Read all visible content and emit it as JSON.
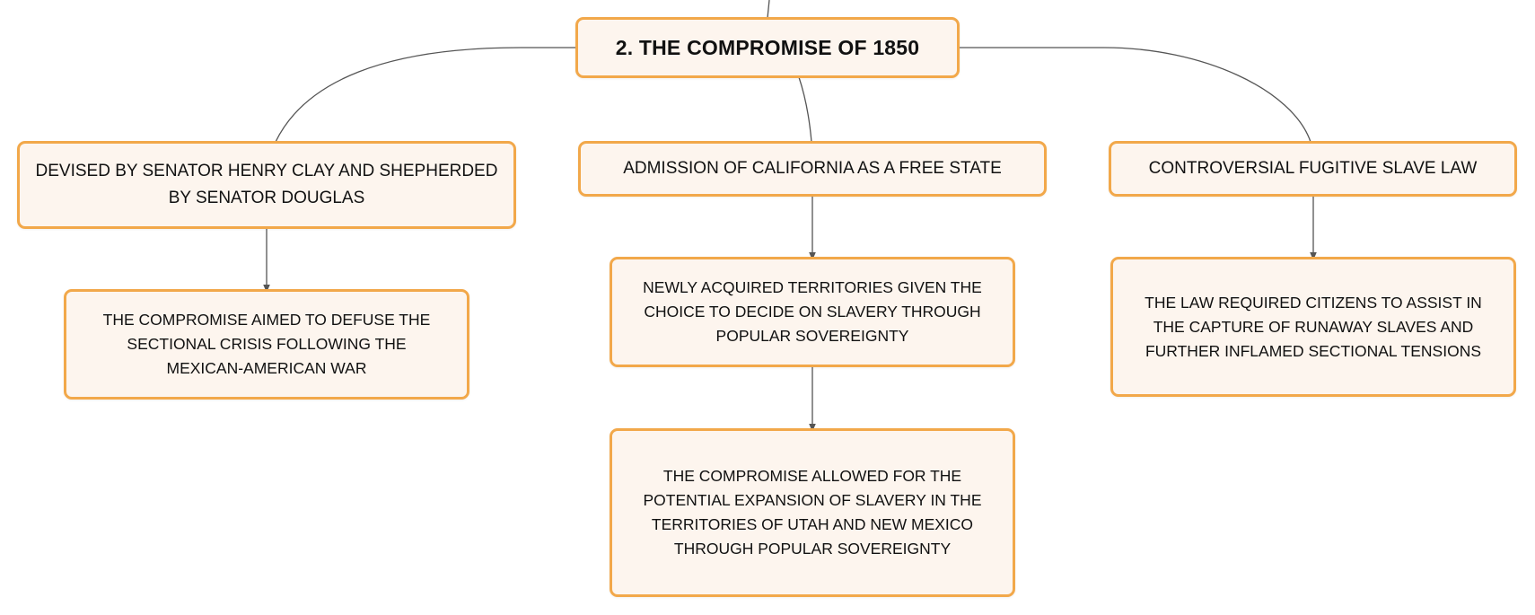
{
  "diagram": {
    "root": {
      "label": "2. THE COMPROMISE OF 1850"
    },
    "branches": [
      {
        "label": "DEVISED BY SENATOR HENRY CLAY AND SHEPHERDED BY SENATOR DOUGLAS",
        "children": [
          {
            "label": "THE COMPROMISE AIMED TO DEFUSE THE SECTIONAL CRISIS FOLLOWING THE MEXICAN-AMERICAN WAR"
          }
        ]
      },
      {
        "label": "ADMISSION OF CALIFORNIA AS A FREE STATE",
        "children": [
          {
            "label": "NEWLY ACQUIRED TERRITORIES GIVEN THE CHOICE TO DECIDE ON SLAVERY THROUGH POPULAR SOVEREIGNTY"
          },
          {
            "label": "THE COMPROMISE ALLOWED FOR THE POTENTIAL EXPANSION OF SLAVERY IN THE TERRITORIES OF UTAH AND NEW MEXICO THROUGH POPULAR SOVEREIGNTY"
          }
        ]
      },
      {
        "label": "CONTROVERSIAL FUGITIVE SLAVE LAW",
        "children": [
          {
            "label": "THE LAW REQUIRED CITIZENS TO ASSIST IN THE CAPTURE OF RUNAWAY SLAVES AND FURTHER INFLAMED SECTIONAL TENSIONS"
          }
        ]
      }
    ]
  },
  "colors": {
    "node_fill": "#fdf5ee",
    "node_border": "#f2a84a",
    "connector": "#555555",
    "text": "#111111"
  }
}
